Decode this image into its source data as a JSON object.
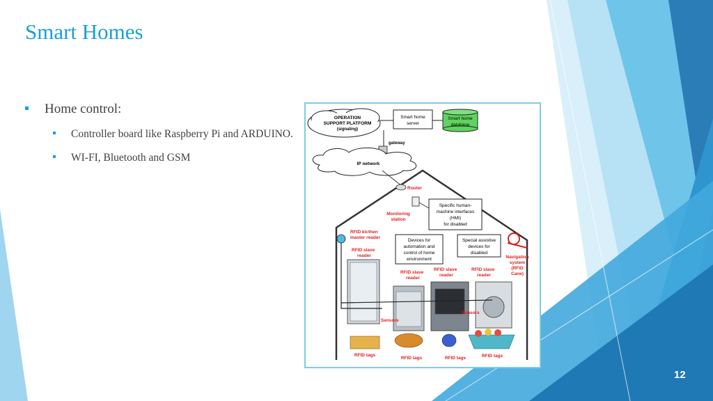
{
  "slide": {
    "title": "Smart Homes",
    "page_number": "12"
  },
  "bullets": {
    "level1": "Home control:",
    "level2": [
      "Controller board like Raspberry Pi and ARDUINO.",
      "WI-FI, Bluetooth and GSM"
    ]
  },
  "diagram": {
    "labels": {
      "oss_line1": "OPERATION",
      "oss_line2": "SUPPORT PLATFORM",
      "oss_line3": "(signaling)",
      "server_line1": "Smart home",
      "server_line2": "server",
      "db_line1": "Smart home",
      "db_line2": "database",
      "gateway": "gateway",
      "ip_network": "IP network",
      "router": "Router",
      "monitoring_line1": "Monitoring",
      "monitoring_line2": "station",
      "hmi_line1": "Specific human-",
      "hmi_line2": "machine interfaces",
      "hmi_line3": "(HMI)",
      "hmi_line4": "for disabled",
      "kitchen_line1": "RFID kicthen",
      "kitchen_line2": "master reader",
      "automation_line1": "Devices for",
      "automation_line2": "automation and",
      "automation_line3": "control of home",
      "automation_line4": "environment",
      "assistive_line1": "Special assistive",
      "assistive_line2": "devices for",
      "assistive_line3": "disabled",
      "slave1_line1": "RFID slave",
      "slave1_line2": "reader",
      "slave2_line1": "RFID slave",
      "slave2_line2": "reader",
      "slave3_line1": "RFID slave",
      "slave3_line2": "reader",
      "slave4_line1": "RFID slave",
      "slave4_line2": "reader",
      "nav_line1": "Navigation",
      "nav_line2": "system",
      "nav_line3": "(RFID",
      "nav_line4": "Cane)",
      "sensors_left": "Sensors",
      "sensors_right": "Sensors",
      "tags1": "RFID tags",
      "tags2": "RFID tags",
      "tags3": "RFID tags",
      "tags4": "RFID tags"
    }
  },
  "colors": {
    "accent": "#1aa0d8",
    "label_red": "#e02020",
    "db_green": "#5fd35f"
  }
}
